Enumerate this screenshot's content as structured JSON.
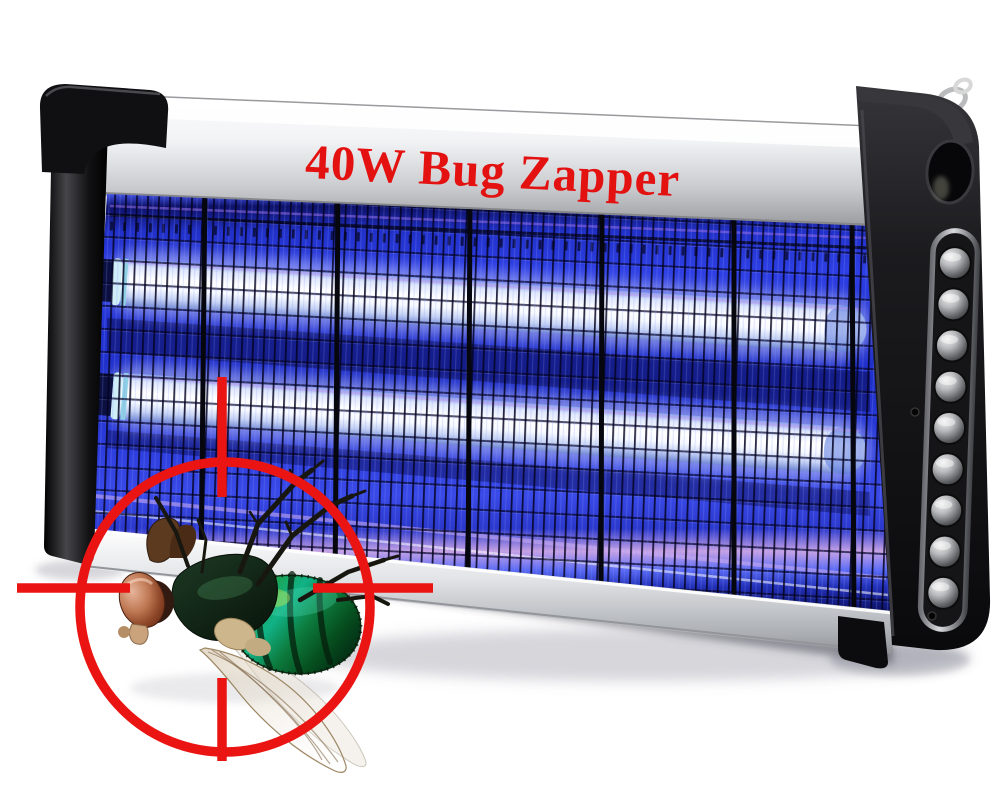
{
  "background_color": "#ffffff",
  "title": {
    "text": "40W Bug Zapper",
    "color": "#e31110"
  },
  "device": {
    "label": "electric bug zapper with metal grid",
    "tube_count": 2,
    "grid_section_count": 6,
    "side_buttons_count": 9,
    "colors": {
      "frame_silver": "#d4d6da",
      "end_cap_black": "#121214",
      "uv_blue": "#2d3ee4",
      "deep_navy": "#0c1268",
      "tube_white": "#ffffff",
      "glow_pink": "#c8a2e4"
    }
  },
  "target_overlay": {
    "shape": "sniper-crosshair",
    "color": "#ea1512"
  },
  "fly": {
    "label": "dead green bottle fly",
    "body_green": "#1da34c",
    "eye_brown": "#8c4526",
    "wing_tan": "#cbbb97"
  }
}
